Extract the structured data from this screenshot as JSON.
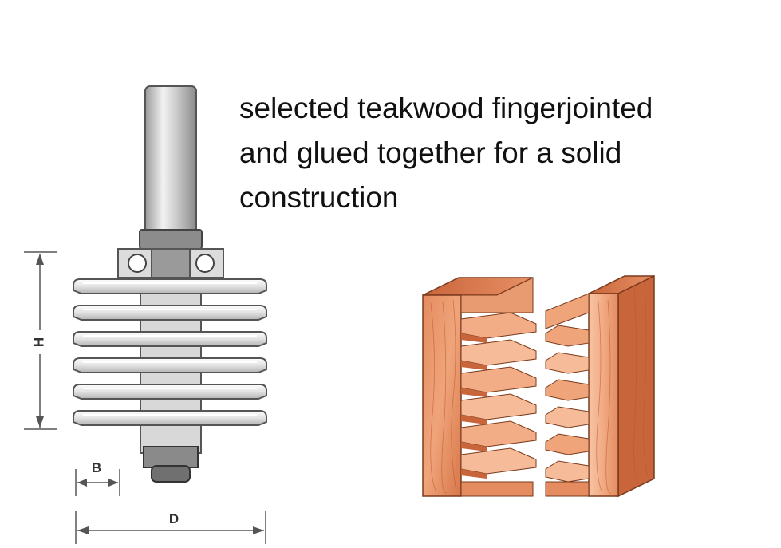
{
  "caption": {
    "lines": [
      "selected teakwood fingerjointed",
      "and glued together for a solid",
      "construction"
    ]
  },
  "router_bit": {
    "dimension_labels": {
      "height": "H",
      "width": "B",
      "diameter": "D"
    },
    "cutter_count": 6
  },
  "colors": {
    "bit_fill": "#e6e6e6",
    "bit_outline": "#555555",
    "shank_dark": "#7a7a7a",
    "wood_base": "#e0855a",
    "wood_light": "#f4b08a",
    "wood_dark": "#b8562f",
    "wood_outline": "#7a3a1c"
  }
}
